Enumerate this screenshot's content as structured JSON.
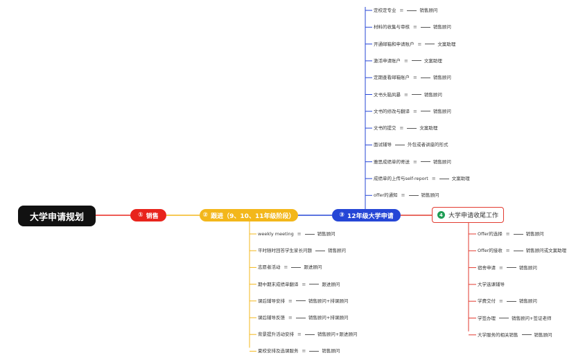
{
  "root": {
    "label": "大学申请规划"
  },
  "branches": [
    {
      "num": "①",
      "label": "销售",
      "color": "#e8241c"
    },
    {
      "num": "②",
      "label": "跟进（9、10、11年级阶段）",
      "color": "#f3b71b"
    },
    {
      "num": "③",
      "label": "12年级大学申请",
      "color": "#2546d6"
    },
    {
      "num": "4",
      "label": "大学申请收尾工作",
      "color": "#1f9d55"
    }
  ],
  "follow_items": [
    {
      "label": "weekly meeting",
      "has_note": true,
      "role": "销售顾问"
    },
    {
      "label": "平时随时回答学生家长问题",
      "has_note": false,
      "role": "销售顾问"
    },
    {
      "label": "志愿者活动",
      "has_note": true,
      "role": "跟进顾问"
    },
    {
      "label": "期中期末成绩单翻译",
      "has_note": true,
      "role": "跟进顾问"
    },
    {
      "label": "课后辅导安排",
      "has_note": true,
      "role": "销售顾问+排课顾问"
    },
    {
      "label": "课后辅导反馈",
      "has_note": true,
      "role": "销售顾问+排课顾问"
    },
    {
      "label": "背景提升活动安排",
      "has_note": true,
      "role": "销售顾问+跟进顾问"
    },
    {
      "label": "夏校安排及选课服务",
      "has_note": true,
      "role": "销售顾问"
    }
  ],
  "apply_items": [
    {
      "label": "定校定专业",
      "has_note": true,
      "role": "销售顾问"
    },
    {
      "label": "材料的收集与审核",
      "has_note": true,
      "role": "销售顾问"
    },
    {
      "label": "开通邮箱和申请账户",
      "has_note": true,
      "role": "文案助理"
    },
    {
      "label": "激活申请账户",
      "has_note": true,
      "role": "文案助理"
    },
    {
      "label": "定期查看邮箱账户",
      "has_note": true,
      "role": "销售顾问"
    },
    {
      "label": "文书头脑风暴",
      "has_note": true,
      "role": "销售顾问"
    },
    {
      "label": "文书的修改与翻译",
      "has_note": true,
      "role": "销售顾问"
    },
    {
      "label": "文书的提交",
      "has_note": true,
      "role": "文案助理"
    },
    {
      "label": "面试辅导",
      "has_note": false,
      "role": "外包或者讲座的形式"
    },
    {
      "label": "雅思成绩单的寄送",
      "has_note": true,
      "role": "销售顾问"
    },
    {
      "label": "成绩单的上传与self-report",
      "has_note": true,
      "role": "文案助理"
    },
    {
      "label": "offer的通知",
      "has_note": true,
      "role": "销售顾问"
    }
  ],
  "close_items": [
    {
      "label": "Offer的选择",
      "has_note": true,
      "role": "销售顾问"
    },
    {
      "label": "Offer的接收",
      "has_note": true,
      "role": "销售顾问或文案助理"
    },
    {
      "label": "宿舍申请",
      "has_note": true,
      "role": "销售顾问"
    },
    {
      "label": "大学选课辅导",
      "has_note": false,
      "role": ""
    },
    {
      "label": "学费交付",
      "has_note": true,
      "role": "销售顾问"
    },
    {
      "label": "学签办理",
      "has_note": false,
      "role": "销售顾问+签证老师"
    },
    {
      "label": "大学服务的相关销售",
      "has_note": false,
      "role": "销售顾问"
    }
  ],
  "note_glyph": "≡",
  "colors": {
    "root": "#111111",
    "sales": "#e8241c",
    "follow": "#f3b71b",
    "apply": "#2546d6",
    "close": "#e23a2f",
    "close_icon": "#1f9d55"
  }
}
